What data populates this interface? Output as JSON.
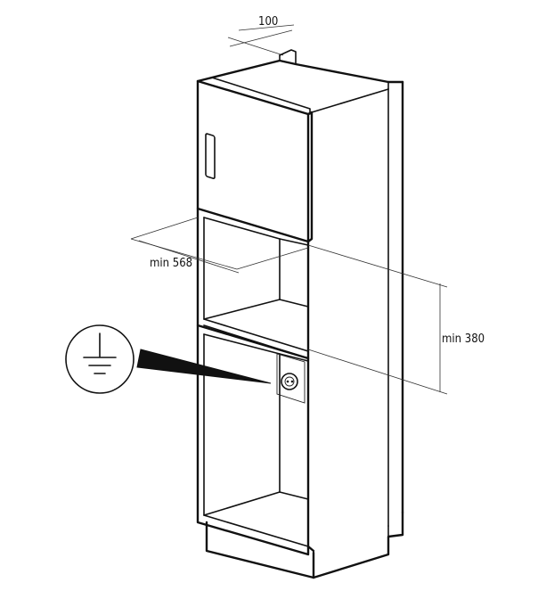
{
  "dimensions": {
    "top_depth": "100",
    "niche_width": "min 568",
    "niche_height": "min 380"
  },
  "icons": {
    "ground": "earth-ground-symbol",
    "socket": "power-socket"
  },
  "colors": {
    "line": "#111111",
    "background": "#ffffff"
  }
}
